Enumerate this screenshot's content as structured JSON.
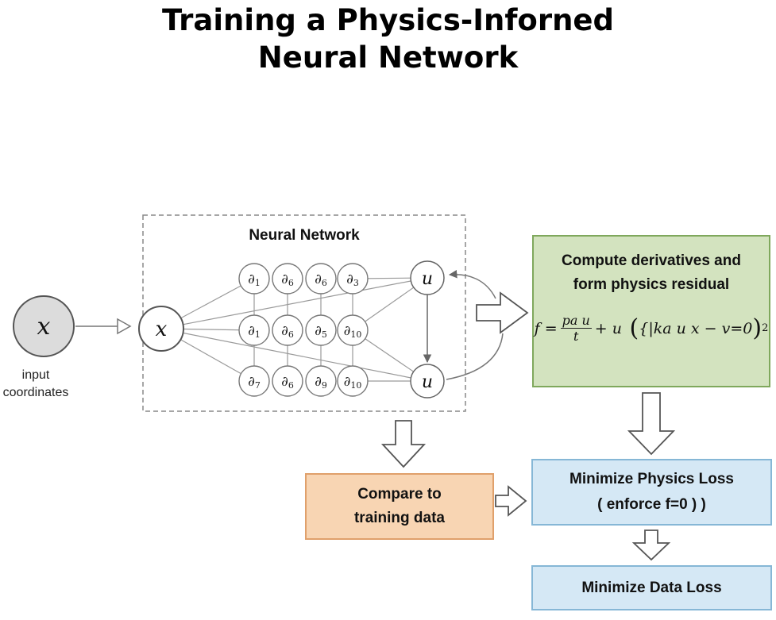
{
  "title": {
    "line1": "Training a Physics-Inforned",
    "line2": "Neural Network"
  },
  "input": {
    "symbol": "x",
    "label_line1": "input",
    "label_line2": "coordinates"
  },
  "network": {
    "label": "Neural Network",
    "input_symbol": "x",
    "output_symbol": "u",
    "hidden_rows": [
      [
        "∂1",
        "∂6",
        "∂6",
        "∂3"
      ],
      [
        "∂1",
        "∂6",
        "∂5",
        "∂10"
      ],
      [
        "∂7",
        "∂6",
        "∂9",
        "∂10"
      ]
    ]
  },
  "derivatives_box": {
    "line1": "Compute derivatives and",
    "line2": "form physics residual",
    "equation": {
      "lhs": "f =",
      "numerator": "pa u",
      "denominator": "t",
      "middle": "+ u",
      "paren_content": "{|ka u x − v=0",
      "exponent": "2"
    }
  },
  "compare_box": {
    "line1": "Compare to",
    "line2": "training data"
  },
  "physics_loss_box": {
    "line1": "Minimize Physics Loss",
    "line2": "( enforce f=0 ) )"
  },
  "data_loss_box": {
    "label": "Minimize Data Loss"
  },
  "colors": {
    "derivatives_fill": "#d3e3bf",
    "derivatives_border": "#7fa85c",
    "compare_fill": "#f8d5b3",
    "compare_border": "#e0a06b",
    "loss_fill": "#d5e8f5",
    "loss_border": "#86b7d6",
    "input_node_fill": "#dcdcdc"
  }
}
